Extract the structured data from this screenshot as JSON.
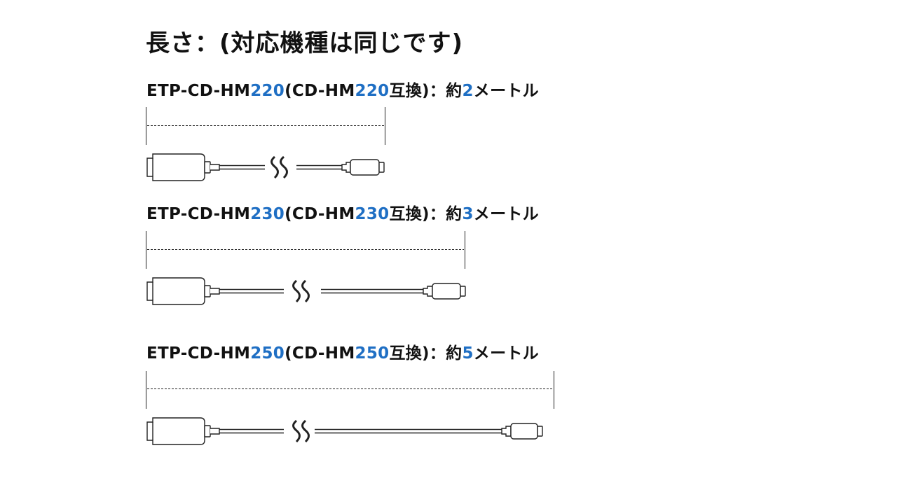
{
  "title": "長さ：(対応機種は同じです)",
  "colors": {
    "text": "#111111",
    "highlight": "#1f6fc4",
    "line": "#222222"
  },
  "items": [
    {
      "model_prefix": "ETP-CD-HM",
      "model_number": "220",
      "compat_prefix": "(CD-HM",
      "compat_number": "220",
      "compat_suffix": "互換)：約",
      "length_value": "2",
      "length_unit": "メートル"
    },
    {
      "model_prefix": "ETP-CD-HM",
      "model_number": "230",
      "compat_prefix": "(CD-HM",
      "compat_number": "230",
      "compat_suffix": "互換)：約",
      "length_value": "3",
      "length_unit": "メートル"
    },
    {
      "model_prefix": "ETP-CD-HM",
      "model_number": "250",
      "compat_prefix": "(CD-HM",
      "compat_number": "250",
      "compat_suffix": "互換)：約",
      "length_value": "5",
      "length_unit": "メートル"
    }
  ]
}
